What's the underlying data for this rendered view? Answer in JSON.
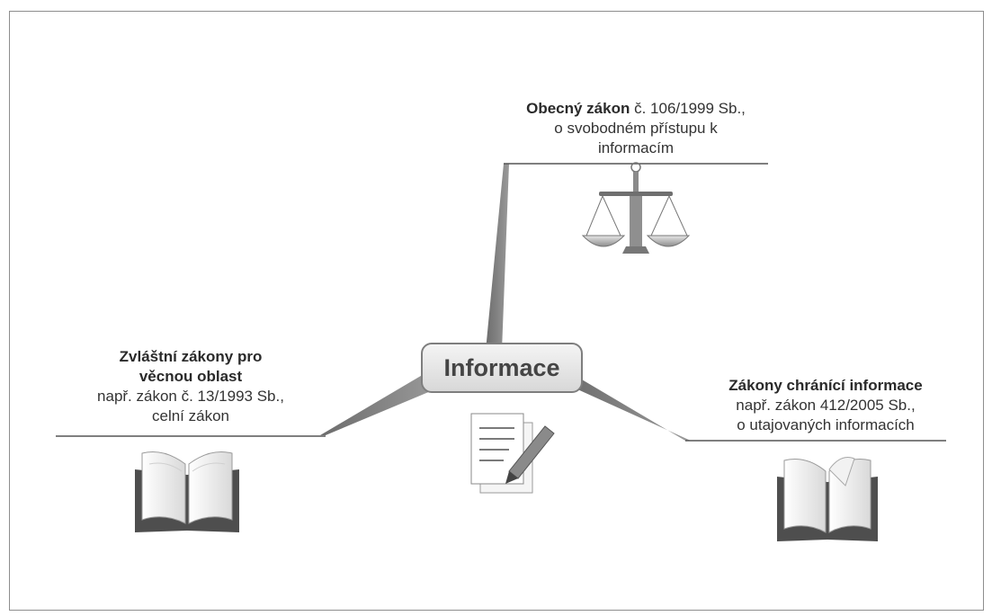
{
  "central": {
    "label": "Informace"
  },
  "branches": {
    "top": {
      "title": "Obecný zákon",
      "rest": " č. 106/1999 Sb.,",
      "line2": "o svobodném přístupu k",
      "line3": "informacím",
      "icon": "scales-icon"
    },
    "left": {
      "title1": "Zvláštní zákony pro",
      "title2": "věcnou oblast",
      "line3": "např. zákon č. 13/1993 Sb.,",
      "line4": "celní zákon",
      "icon": "book-icon"
    },
    "right": {
      "title": "Zákony chránící informace",
      "line2": "např. zákon 412/2005 Sb.,",
      "line3": "o utajovaných informacích",
      "icon": "book-icon"
    },
    "center_icon": "document-pen-icon"
  }
}
